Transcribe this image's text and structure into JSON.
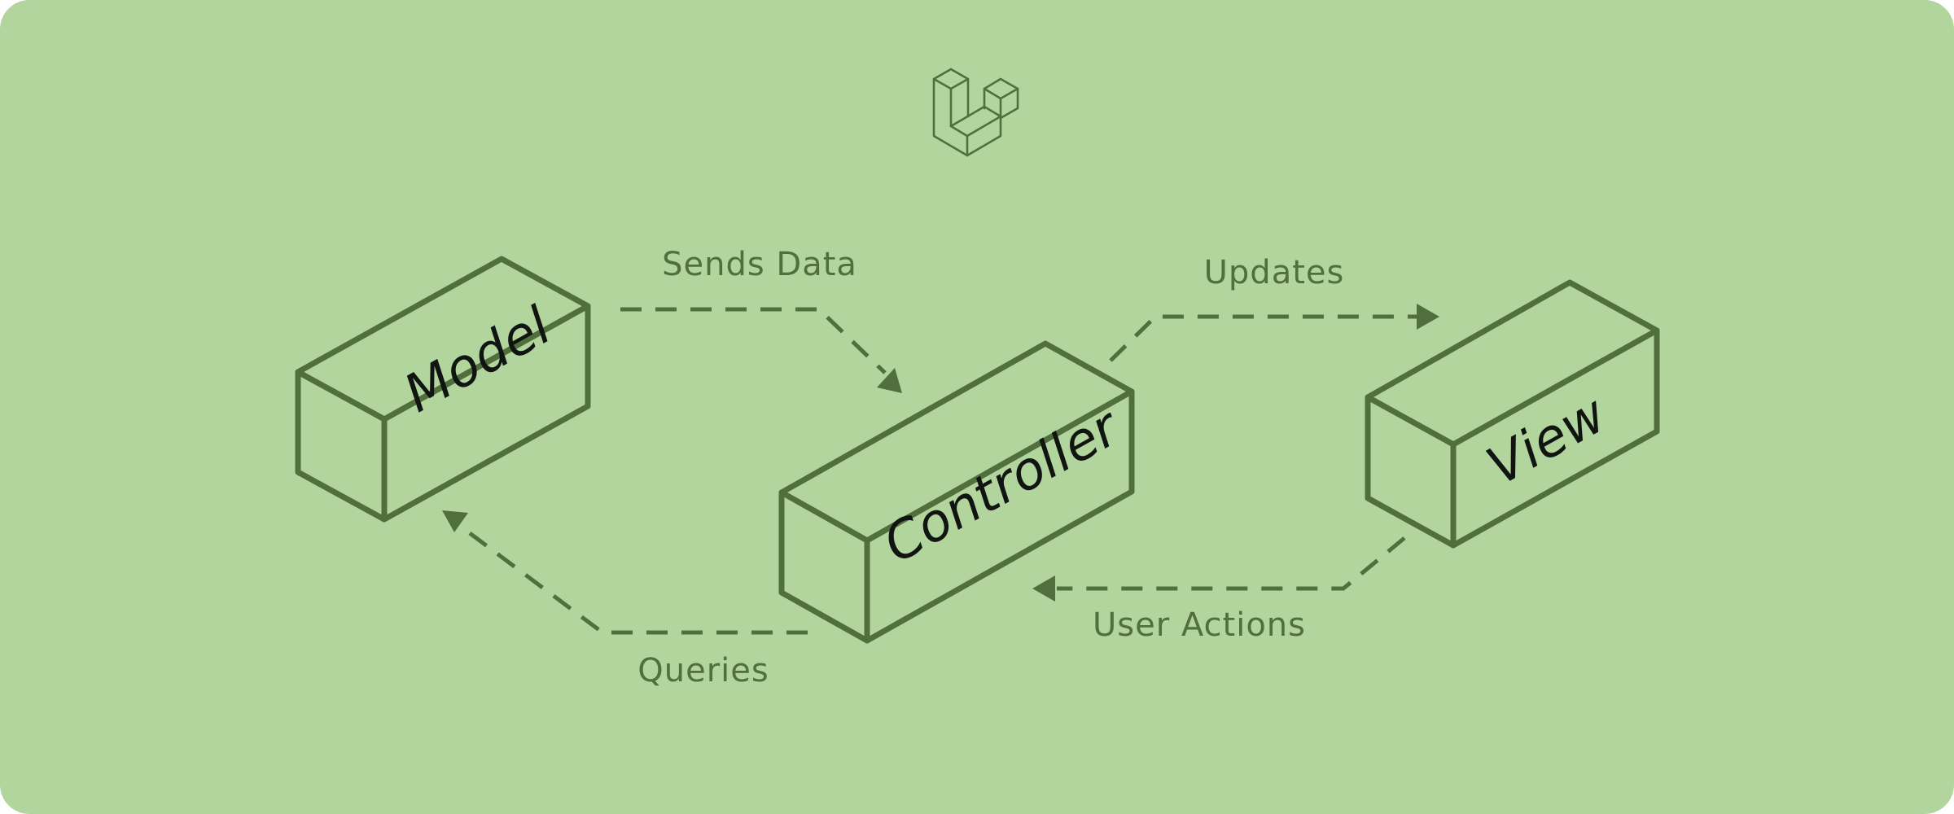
{
  "colors": {
    "background": "#b2d59e",
    "stroke": "#516e3d",
    "label_text": "#111511"
  },
  "logo": {
    "name": "laravel-logo-icon"
  },
  "components": {
    "model": {
      "label": "Model"
    },
    "controller": {
      "label": "Controller"
    },
    "view": {
      "label": "View"
    }
  },
  "flows": {
    "sends_data": "Sends Data",
    "updates": "Updates",
    "user_actions": "User Actions",
    "queries": "Queries"
  }
}
